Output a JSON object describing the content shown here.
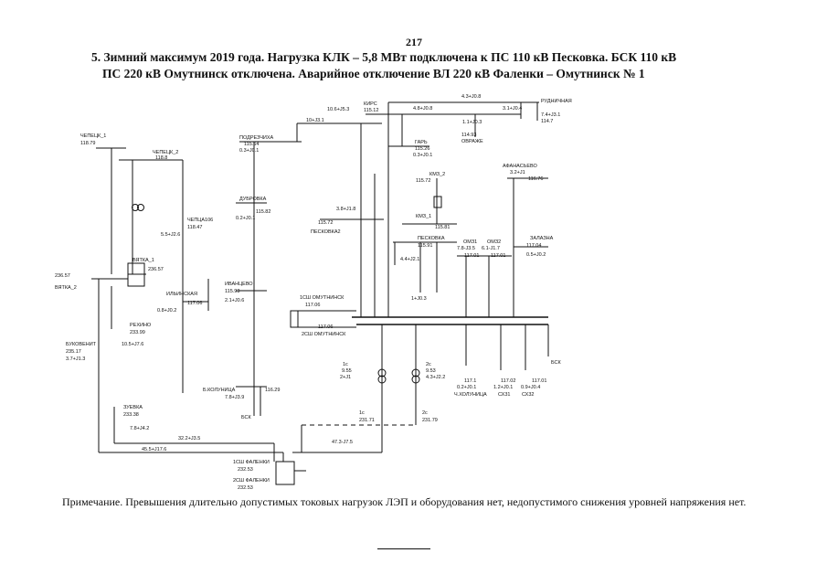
{
  "page_number": "217",
  "title": {
    "line1": "5. Зимний максимум 2019 года. Нагрузка КЛК – 5,8 МВт подключена к ПС 110 кВ Песковка. БСК 110 кВ",
    "line2": "ПС 220 кВ Омутнинск отключена. Аварийное отключение ВЛ 220 кВ Фаленки – Омутнинск № 1"
  },
  "note": "Примечание. Превышения длительно допустимых токовых нагрузок ЛЭП и оборудования нет, недопустимого снижения уровней напряжения нет.",
  "diagram": {
    "labels": [
      {
        "id": "chepetsk1",
        "text": "ЧЕПЕЦК_1"
      },
      {
        "id": "chepetsk1v",
        "text": "118.79"
      },
      {
        "id": "chepetsk2",
        "text": "ЧЕПЕЦК_2"
      },
      {
        "id": "chepetsk2v",
        "text": "118.8"
      },
      {
        "id": "vyatka1",
        "text": "ВЯТКА_1"
      },
      {
        "id": "vyatka1v",
        "text": "236.57"
      },
      {
        "id": "vyatka2",
        "text": "ВЯТКА_2"
      },
      {
        "id": "vyatka2v",
        "text": "236.57"
      },
      {
        "id": "rekhino",
        "text": "РЕХИНО"
      },
      {
        "id": "rekhinov",
        "text": "233.99"
      },
      {
        "id": "rekhinoflow",
        "text": "10.5+J7.6"
      },
      {
        "id": "bukovenit",
        "text": "БУКОВЕНИТ"
      },
      {
        "id": "bukovenitv",
        "text": "235.17"
      },
      {
        "id": "bukovenitflow",
        "text": "3.7+J1.3"
      },
      {
        "id": "zuevka",
        "text": "ЗУЕВКА"
      },
      {
        "id": "zuevkav",
        "text": "233.38"
      },
      {
        "id": "zuevkaflow",
        "text": "7.8+J4.2"
      },
      {
        "id": "chepts",
        "text": "ЧЕПЦА106"
      },
      {
        "id": "cheptsv",
        "text": "118.47"
      },
      {
        "id": "cheptsflow",
        "text": "5.5+J2.6"
      },
      {
        "id": "ilinskaya",
        "text": "ИЛЬИНСКАЯ"
      },
      {
        "id": "ilinskayav",
        "text": "117.06"
      },
      {
        "id": "ilinskayaflow",
        "text": "0.8+J0.2"
      },
      {
        "id": "podrezchikha",
        "text": "ПОДРЕЗЧИХА"
      },
      {
        "id": "podrezchikhav",
        "text": "115.64"
      },
      {
        "id": "podrezchikhaflow",
        "text": "0.3+J0.1"
      },
      {
        "id": "dubrovka",
        "text": "ДУБРОВКА"
      },
      {
        "id": "dubrovkav",
        "text": "115.82"
      },
      {
        "id": "dubrovkaflow",
        "text": "0.2+J0.1"
      },
      {
        "id": "ivantsevo",
        "text": "ИВАНЦЕВО"
      },
      {
        "id": "ivantsevov",
        "text": "115.93"
      },
      {
        "id": "ivantsevoflow",
        "text": "2.1+J0.6"
      },
      {
        "id": "kolunitsa",
        "text": "Б.КОЛУНИЦА"
      },
      {
        "id": "kolunitsav",
        "text": "116.29"
      },
      {
        "id": "kolunitsaflow",
        "text": "7.8+J3.9"
      },
      {
        "id": "bsk1",
        "text": "БСК"
      },
      {
        "id": "kirs",
        "text": "КИРС"
      },
      {
        "id": "kirsv",
        "text": "115.12"
      },
      {
        "id": "kirsflow",
        "text": "10.6+J5.3"
      },
      {
        "id": "gary",
        "text": "ГАРЬ"
      },
      {
        "id": "garyv",
        "text": "115.26"
      },
      {
        "id": "garyflow",
        "text": "0.3+J0.1"
      },
      {
        "id": "rudnichnaya",
        "text": "РУДНИЧНАЯ"
      },
      {
        "id": "rudnichnayaflow",
        "text": "7.4+J3.1"
      },
      {
        "id": "rudnichnayav",
        "text": "114.7"
      },
      {
        "id": "vyatskoe",
        "text": "ОВРАЖЕ"
      },
      {
        "id": "vyatskoev",
        "text": "114.93"
      },
      {
        "id": "afanasevo",
        "text": "АФАНАСЬЕВО"
      },
      {
        "id": "afanasevoflow",
        "text": "3.2+J1"
      },
      {
        "id": "afanasevov",
        "text": "116.76"
      },
      {
        "id": "zalazna",
        "text": "ЗАЛАЗНА"
      },
      {
        "id": "zalaznav",
        "text": "117.04"
      },
      {
        "id": "zalaznaflow",
        "text": "0.5+J0.2"
      },
      {
        "id": "kmz2",
        "text": "КМЗ_2"
      },
      {
        "id": "kmz2v",
        "text": "115.72"
      },
      {
        "id": "kmz1",
        "text": "КМЗ_1"
      },
      {
        "id": "kmz1v",
        "text": "115.81"
      },
      {
        "id": "peskovka2",
        "text": "ПЕСКОВКА2"
      },
      {
        "id": "peskovka2v",
        "text": "115.72"
      },
      {
        "id": "peskovka2flow",
        "text": "3.8+J1.8"
      },
      {
        "id": "peskovka",
        "text": "ПЕСКОВКА"
      },
      {
        "id": "peskovkav",
        "text": "115.91"
      },
      {
        "id": "peskovkaflow",
        "text": "4.4+J2.1"
      },
      {
        "id": "pesk_load",
        "text": "1+J0.3"
      },
      {
        "id": "omz1",
        "text": "ОМЗ1"
      },
      {
        "id": "omz1flow",
        "text": "7.8-J3.5"
      },
      {
        "id": "omz1v",
        "text": "117.01"
      },
      {
        "id": "omz2",
        "text": "ОМЗ2"
      },
      {
        "id": "omz2flow",
        "text": "6.1-J1.7"
      },
      {
        "id": "omz2v",
        "text": "117.01"
      },
      {
        "id": "omut1",
        "text": "1СШ ОМУТНИНСК"
      },
      {
        "id": "omut1v",
        "text": "117.06"
      },
      {
        "id": "omut2",
        "text": "2СШ ОМУТНИНСК"
      },
      {
        "id": "omut2v",
        "text": "117.06"
      },
      {
        "id": "t1c",
        "text": "1с"
      },
      {
        "id": "t1cv",
        "text": "9.55"
      },
      {
        "id": "t1cflow",
        "text": "2+J1"
      },
      {
        "id": "t2c",
        "text": "2с"
      },
      {
        "id": "t2cv",
        "text": "9.53"
      },
      {
        "id": "t2cflow",
        "text": "4.3+J2.2"
      },
      {
        "id": "t1c220",
        "text": "1с"
      },
      {
        "id": "t1c220v",
        "text": "231.71"
      },
      {
        "id": "t2c220",
        "text": "2с"
      },
      {
        "id": "t2c220v",
        "text": "231.79"
      },
      {
        "id": "kholunitsa",
        "text": "Ч.ХОЛУНИЦА"
      },
      {
        "id": "kholunitsav",
        "text": "117.1"
      },
      {
        "id": "kholunitsaflow",
        "text": "0.2+J0.1"
      },
      {
        "id": "skh31",
        "text": "СХ31"
      },
      {
        "id": "skh31v",
        "text": "117.02"
      },
      {
        "id": "skh31flow",
        "text": "1.2+J0.1"
      },
      {
        "id": "skh32",
        "text": "СХ32"
      },
      {
        "id": "skh32v",
        "text": "117.01"
      },
      {
        "id": "skh32flow",
        "text": "0.9+J0.4"
      },
      {
        "id": "bsk2",
        "text": "БСК"
      },
      {
        "id": "falenki1",
        "text": "1СШ ФАЛЕНКИ"
      },
      {
        "id": "falenki1v",
        "text": "232.53"
      },
      {
        "id": "falenki2",
        "text": "2СШ ФАЛЕНКИ"
      },
      {
        "id": "falenki2v",
        "text": "232.53"
      },
      {
        "id": "line116a",
        "text": "45.5+J17.6"
      },
      {
        "id": "line116b",
        "text": "32.2+J3.5"
      },
      {
        "id": "line118",
        "text": "47.3-J7.5"
      },
      {
        "id": "line50",
        "text": "10+J3.1"
      },
      {
        "id": "line22",
        "text": "4.3+J0.8"
      },
      {
        "id": "line23",
        "text": "4.8+J0.8"
      },
      {
        "id": "line17",
        "text": "3.1+J0.4"
      },
      {
        "id": "line_vyat",
        "text": "1.1+J0.3"
      }
    ]
  }
}
